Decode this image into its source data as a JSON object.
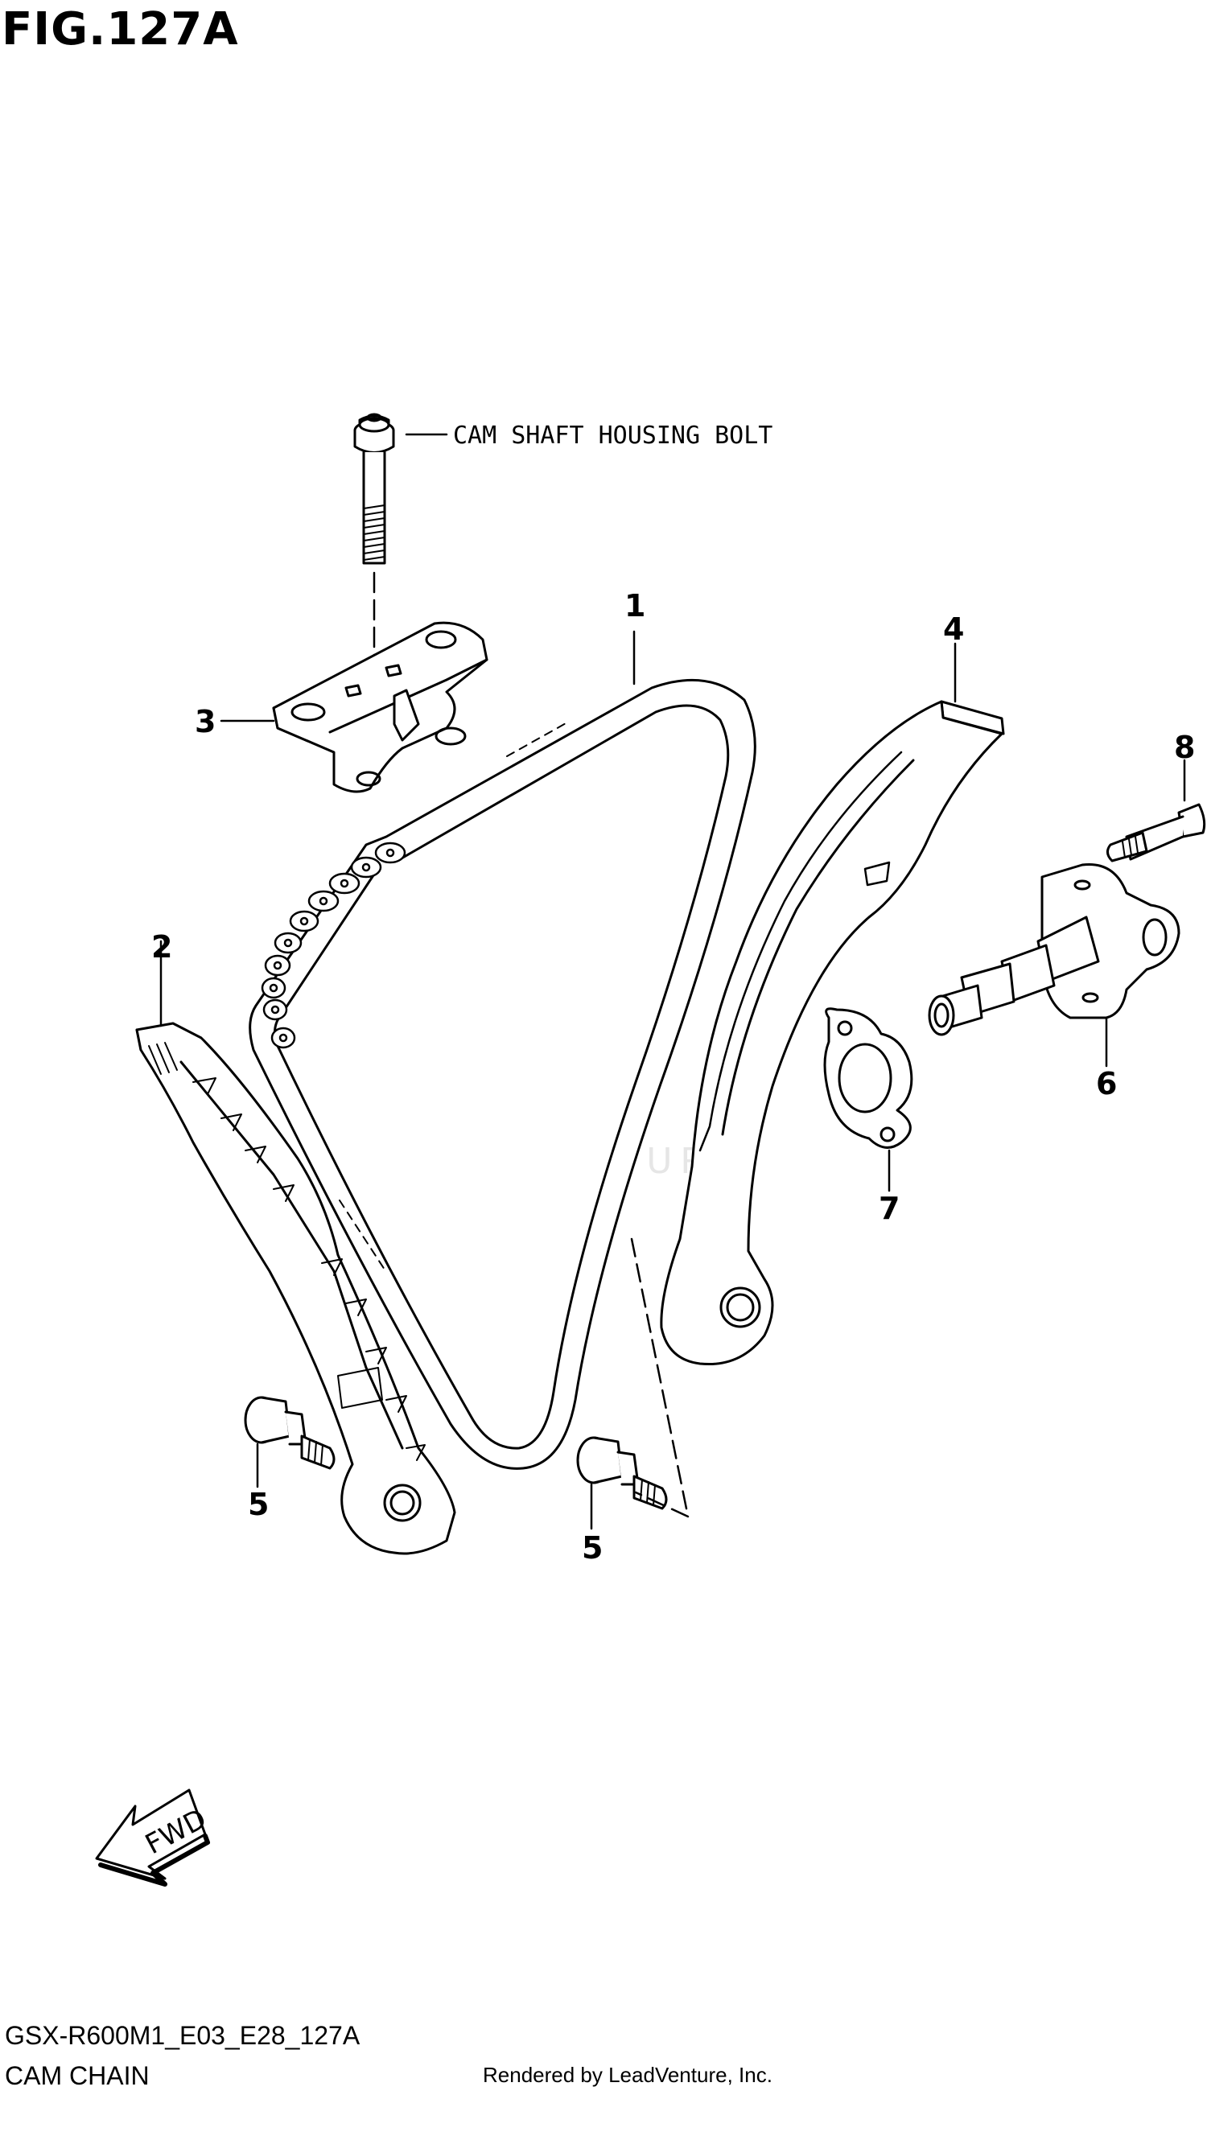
{
  "figure": {
    "title": "FIG.127A"
  },
  "callouts": {
    "bolt_label": "CAM SHAFT HOUSING BOLT"
  },
  "parts": [
    {
      "id": "1",
      "name": "cam-chain"
    },
    {
      "id": "2",
      "name": "cam-chain-tension-guide"
    },
    {
      "id": "3",
      "name": "chain-guide-upper"
    },
    {
      "id": "4",
      "name": "cam-chain-guide"
    },
    {
      "id": "5",
      "name": "guide-bolt"
    },
    {
      "id": "6",
      "name": "chain-tensioner-adjuster"
    },
    {
      "id": "7",
      "name": "tensioner-gasket"
    },
    {
      "id": "8",
      "name": "tensioner-bolt"
    }
  ],
  "labels": {
    "n1": "1",
    "n2": "2",
    "n3": "3",
    "n4": "4",
    "n5a": "5",
    "n5b": "5",
    "n6": "6",
    "n7": "7",
    "n8": "8"
  },
  "fwd": "FWD",
  "watermark": "LEADVENTURE",
  "footer": {
    "code": "GSX-R600M1_E03_E28_127A",
    "name": "CAM CHAIN",
    "rendered_by": "Rendered by LeadVenture, Inc."
  }
}
